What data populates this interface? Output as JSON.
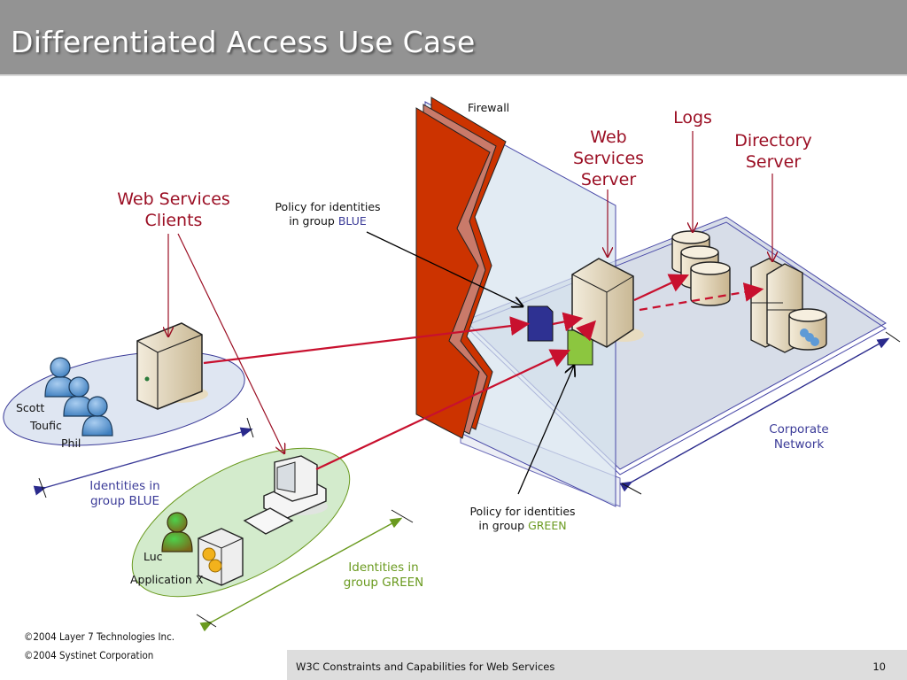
{
  "header": {
    "title": "Differentiated Access Use Case"
  },
  "labels": {
    "firewall": "Firewall",
    "logs": "Logs",
    "web_services_server": [
      "Web",
      "Services",
      "Server"
    ],
    "directory_server": [
      "Directory",
      "Server"
    ],
    "web_services_clients": [
      "Web Services",
      "Clients"
    ],
    "policy_blue": {
      "line1": "Policy for identities",
      "line2_prefix": "in group ",
      "group": "BLUE"
    },
    "policy_green": {
      "line1": "Policy for identities",
      "line2_prefix": "in group ",
      "group": "GREEN"
    },
    "identities_blue": [
      "Identities in",
      "group BLUE"
    ],
    "identities_green": [
      "Identities in",
      "group GREEN"
    ],
    "corporate_network": [
      "Corporate",
      "Network"
    ]
  },
  "people": {
    "blue_group": [
      "Scott",
      "Toufic",
      "Phil"
    ],
    "green_group": [
      "Luc",
      "Application X"
    ]
  },
  "colors": {
    "header_bg": "#939393",
    "label_red": "#9b0f24",
    "blue": "#3b3b98",
    "green": "#6a9a1f",
    "firewall": "#cc3300",
    "policy_blue_doc": "#2e3192",
    "policy_green_doc": "#8cc63f"
  },
  "footer": {
    "copyright1": "©2004 Layer 7 Technologies Inc.",
    "copyright2": "©2004 Systinet Corporation",
    "presentation_title": "W3C Constraints and Capabilities for Web Services",
    "page_number": "10"
  }
}
